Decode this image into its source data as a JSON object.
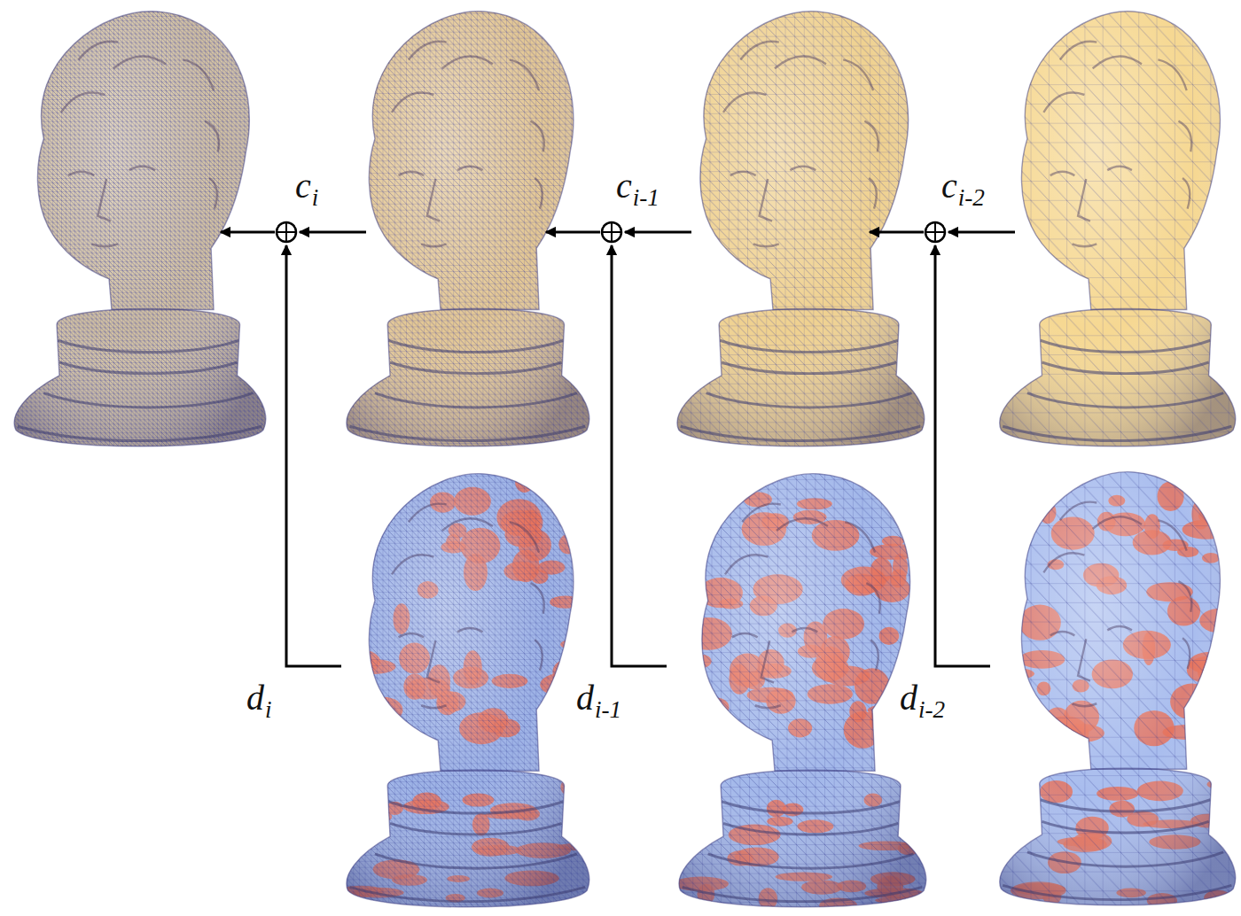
{
  "diagram": {
    "labels": [
      "ci",
      "ci-1",
      "ci-2",
      "di",
      "di-1",
      "di-2"
    ]
  }
}
